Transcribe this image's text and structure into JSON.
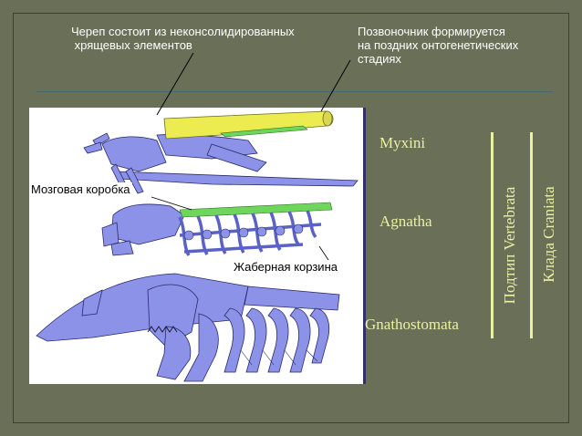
{
  "captions": {
    "skull": "Череп состоит из неконсолидированных\n хрящевых элементов",
    "spine": "Позвоночник формируется\nна поздних онтогенетических\nстадиях"
  },
  "labels": {
    "brain_case": "Мозговая коробка",
    "gill_basket": "Жаберная корзина"
  },
  "taxa": {
    "myxini": "Myxini",
    "agnatha": "Agnatha",
    "gnathostomata": "Gnathostomata"
  },
  "groups": {
    "subphylum": "Подтип Vertebrata",
    "clade": "Клада Craniata"
  },
  "colors": {
    "slide_bg": "#6a6f58",
    "cartilage": "#8b92e8",
    "notochord": "#ecec50",
    "spine": "#6ed65a",
    "taxon_text": "#ecf0a2"
  }
}
